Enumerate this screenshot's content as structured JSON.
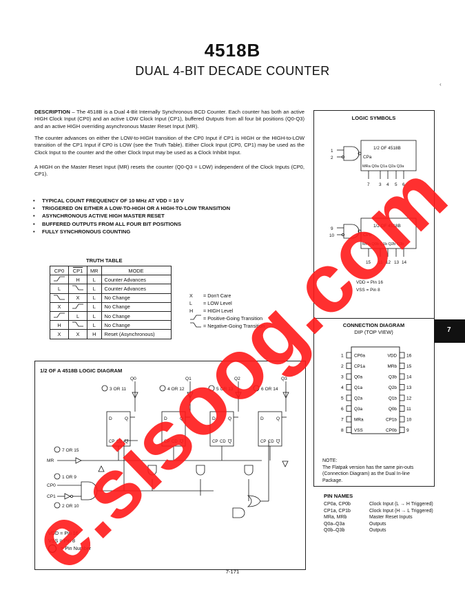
{
  "header": {
    "part_number": "4518B",
    "subtitle": "DUAL 4-BIT DECADE COUNTER",
    "corner_mark": "‹"
  },
  "description": {
    "label": "DESCRIPTION",
    "p1": " – The 4518B is a Dual 4-Bit Internally Synchronous BCD Counter. Each counter has both an active HIGH Clock Input (CP0) and an active LOW Clock Input (CP1), buffered Outputs from all four bit positions (Q0-Q3) and an active HIGH overriding asynchronous Master Reset Input (MR).",
    "p2": "The counter advances on either the LOW-to-HIGH transition of the CP0 Input if CP1 is HIGH or the HIGH-to-LOW transition of the CP1 Input if CP0 is LOW (see the Truth Table). Either Clock Input (CP0, CP1) may be used as the Clock Input to the counter and the other Clock Input may be used as a Clock Inhibit Input.",
    "p3": "A HIGH on the Master Reset Input (MR) resets the counter (Q0-Q3 = LOW) independent of the Clock Inputs (CP0, CP1)."
  },
  "features": [
    "TYPICAL COUNT FREQUENCY OF 10 MHz AT VDD = 10 V",
    "TRIGGERED ON EITHER A LOW-TO-HIGH OR A HIGH-TO-LOW TRANSITION",
    "ASYNCHRONOUS ACTIVE HIGH MASTER RESET",
    "BUFFERED OUTPUTS FROM ALL FOUR BIT POSITIONS",
    "FULLY SYNCHRONOUS COUNTING"
  ],
  "truth_table": {
    "title": "TRUTH TABLE",
    "headers": [
      "CP0",
      "CP1",
      "MR",
      "MODE"
    ],
    "rows": [
      [
        "rise",
        "H",
        "L",
        "Counter Advances"
      ],
      [
        "L",
        "fall",
        "L",
        "Counter Advances"
      ],
      [
        "fall",
        "X",
        "L",
        "No Change"
      ],
      [
        "X",
        "rise",
        "L",
        "No Change"
      ],
      [
        "rise",
        "L",
        "L",
        "No Change"
      ],
      [
        "H",
        "fall",
        "L",
        "No Change"
      ],
      [
        "X",
        "X",
        "H",
        "Reset (Asynchronous)"
      ]
    ]
  },
  "legend": [
    {
      "sym": "X",
      "text": "= Don't Care"
    },
    {
      "sym": "L",
      "text": "= LOW Level"
    },
    {
      "sym": "H",
      "text": "= HIGH Level"
    },
    {
      "sym": "rise",
      "text": "= Positive-Going Transition"
    },
    {
      "sym": "fall",
      "text": "= Negative-Going Transition"
    }
  ],
  "logic_symbols": {
    "title": "LOGIC SYMBOLS",
    "a": {
      "label": "1/2 OF 4518B",
      "cp": "CPa",
      "outputs": "MRa Q0a Q1a Q2a Q3a",
      "in_pins": [
        "1",
        "2"
      ],
      "out_pins": [
        "7",
        "3",
        "4",
        "5",
        "6"
      ]
    },
    "b": {
      "label": "1/2 OF 4518B",
      "cp": "CPb",
      "outputs": "MRb Q0b Q1b Q2b Q3b",
      "in_pins": [
        "9",
        "10"
      ],
      "out_pins": [
        "15",
        "11",
        "12",
        "13",
        "14"
      ]
    },
    "vdd": "VDD = Pin 16",
    "vss": "VSS = Pin 8"
  },
  "connection_diagram": {
    "title": "CONNECTION DIAGRAM",
    "subtitle": "DIP (TOP VIEW)",
    "left": [
      {
        "pin": "1",
        "name": "CP0a"
      },
      {
        "pin": "2",
        "name": "CP1a"
      },
      {
        "pin": "3",
        "name": "Q0a"
      },
      {
        "pin": "4",
        "name": "Q1a"
      },
      {
        "pin": "5",
        "name": "Q2a"
      },
      {
        "pin": "6",
        "name": "Q3a"
      },
      {
        "pin": "7",
        "name": "MRa"
      },
      {
        "pin": "8",
        "name": "VSS"
      }
    ],
    "right": [
      {
        "pin": "16",
        "name": "VDD"
      },
      {
        "pin": "15",
        "name": "MRb"
      },
      {
        "pin": "14",
        "name": "Q3b"
      },
      {
        "pin": "13",
        "name": "Q2b"
      },
      {
        "pin": "12",
        "name": "Q1b"
      },
      {
        "pin": "11",
        "name": "Q0b"
      },
      {
        "pin": "10",
        "name": "CP1b"
      },
      {
        "pin": "9",
        "name": "CP0b"
      }
    ]
  },
  "page_tab": "7",
  "note": {
    "title": "NOTE:",
    "text": "The Flatpak version has the same pin-outs (Connection Diagram) as the Dual In-line Package."
  },
  "pin_names": {
    "title": "PIN NAMES",
    "rows": [
      {
        "pins": "CP0a, CP0b",
        "desc": "Clock Input (L → H Triggered)"
      },
      {
        "pins": "CP1a, CP1b",
        "desc": "Clock Input (H → L Triggered)"
      },
      {
        "pins": "MRa, MRb",
        "desc": "Master Reset Inputs"
      },
      {
        "pins": "Q0a–Q3a",
        "desc": "Outputs"
      },
      {
        "pins": "Q0b–Q3b",
        "desc": "Outputs"
      }
    ]
  },
  "logic_diagram": {
    "title": "1/2 OF A 4518B LOGIC DIAGRAM",
    "top_pins": [
      {
        "text": "3 OR 11",
        "q": "Q0"
      },
      {
        "text": "4 OR 12",
        "q": "Q1"
      },
      {
        "text": "5 OR 13",
        "q": "Q2"
      },
      {
        "text": "6 OR 14",
        "q": "Q3"
      }
    ],
    "mr_pins": "7 OR 15",
    "mr": "MR",
    "cp0_pins": "1 OR 9",
    "cp0": "CP0",
    "cp1": "CP1",
    "cp1_pins": "2 OR 10",
    "ff": {
      "d": "D",
      "q": "Q",
      "qbar": "Q",
      "cp": "CP",
      "cd": "CD"
    },
    "legend": [
      "VDD = Pin 16",
      "VSS = Pin 8",
      "= Pin Number"
    ]
  },
  "page_number": "7-171",
  "watermark": "e.sisoog.com",
  "colors": {
    "watermark": "#ff1a1a",
    "ink": "#111111",
    "tab": "#111111"
  }
}
